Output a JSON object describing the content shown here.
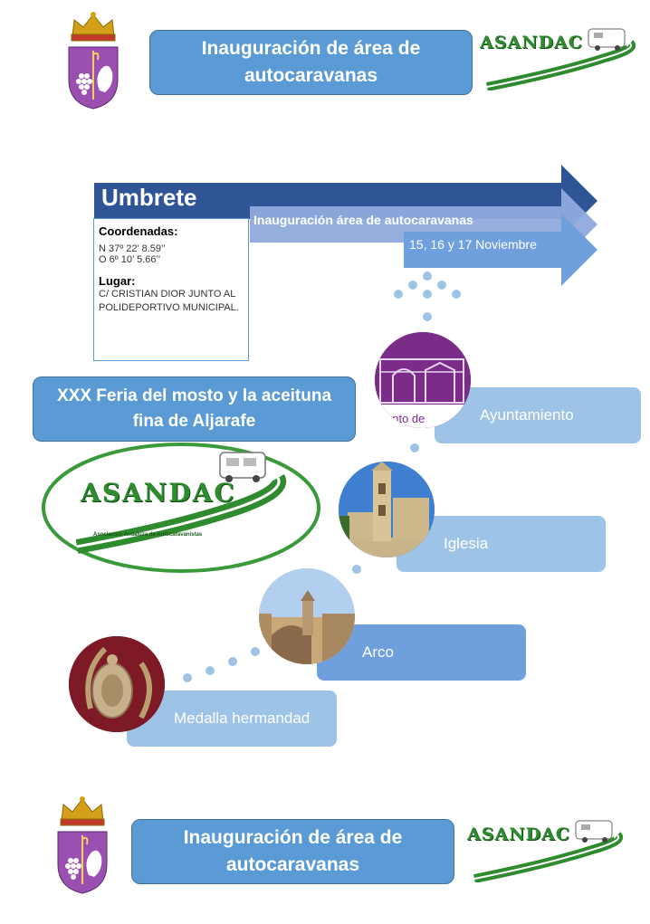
{
  "header": {
    "title_line1": "Inauguración de área de",
    "title_line2": "autocaravanas"
  },
  "footer": {
    "title_line1": "Inauguración de área de",
    "title_line2": "autocaravanas"
  },
  "logo": {
    "text": "ASANDAC",
    "subtitle": "Asociación Andaluza de Autocaravanistas"
  },
  "timeline": {
    "place": "Umbrete",
    "event": "Inauguración  área de autocaravanas",
    "dates": "15, 16 y 17 Noviembre"
  },
  "info": {
    "coords_title": "Coordenadas:",
    "lat": "N 37º 22’ 8.59’’",
    "lon": "O 6º 10’ 5.66’’",
    "place_title": "Lugar:",
    "place_text": "C/ CRISTIAN DIOR JUNTO AL POLIDEPORTIVO MUNICIPAL."
  },
  "feria": {
    "line1": "XXX Feria del mosto y la aceituna",
    "line2": "fina de Aljarafe"
  },
  "sites": [
    {
      "label": "Ayuntamiento",
      "partial_text": "ento de"
    },
    {
      "label": "Iglesia"
    },
    {
      "label": "Arco"
    },
    {
      "label": "Medalla hermandad"
    }
  ],
  "colors": {
    "banner": "#5b9bd5",
    "arrow_dark": "#2f5597",
    "arrow_mid": "#8faadc",
    "arrow_light": "#6f9fdc",
    "label_light": "#9dc3e6",
    "logo_green": "#3a9a3a"
  }
}
